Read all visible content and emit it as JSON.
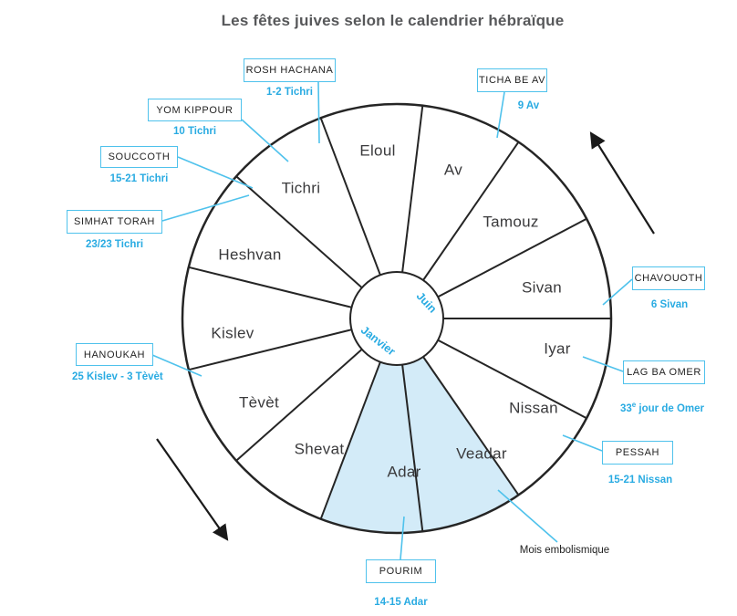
{
  "title": "Les fêtes juives selon le calendrier hébraïque",
  "colors": {
    "accent_blue": "#4FC2EC",
    "date_blue": "#29ABE2",
    "wedge_fill": "#D3EBF8",
    "line_dark": "#252525",
    "month_text": "#3A3A3C",
    "title_text": "#57585A"
  },
  "wheel": {
    "months": [
      "Eloul",
      "Av",
      "Tamouz",
      "Sivan",
      "Iyar",
      "Nissan",
      "Veadar",
      "Adar",
      "Shevat",
      "Tèvèt",
      "Kislev",
      "Heshvan",
      "Tichri"
    ],
    "highlighted_months": [
      "Adar",
      "Veadar"
    ],
    "center_labels": {
      "upper": "Juin",
      "lower": "Janvier"
    }
  },
  "holidays": [
    {
      "name": "ROSH HACHANA",
      "date": "1-2 Tichri"
    },
    {
      "name": "YOM KIPPOUR",
      "date": "10 Tichri"
    },
    {
      "name": "SOUCCOTH",
      "date": "15-21 Tichri"
    },
    {
      "name": "SIMHAT TORAH",
      "date": "23/23 Tichri"
    },
    {
      "name": "TICHA BE AV",
      "date": "9 Av"
    },
    {
      "name": "CHAVOUOTH",
      "date": "6 Sivan"
    },
    {
      "name": "LAG BA OMER",
      "date_prefix": "33",
      "date_sup": "e",
      "date_suffix": " jour de Omer"
    },
    {
      "name": "PESSAH",
      "date": "15-21 Nissan"
    },
    {
      "name": "HANOUKAH",
      "date": "25 Kislev - 3 Tèvèt"
    },
    {
      "name": "POURIM",
      "date": "14-15 Adar"
    }
  ],
  "annotation": "Mois embolismique"
}
